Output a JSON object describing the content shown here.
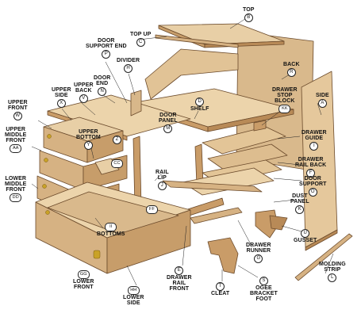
{
  "colors": {
    "wood_light": "#e8cfa6",
    "wood_mid": "#d6b283",
    "wood_dark": "#b88a57",
    "edge": "#6b4a2b",
    "label": "#111111",
    "hardware": "#c9a227"
  },
  "labels": [
    {
      "key": "top",
      "text": "TOP",
      "code": "B"
    },
    {
      "key": "top_up",
      "text": "TOP UP",
      "code": "C"
    },
    {
      "key": "door_support_end",
      "text": "DOOR\nSUPPORT END",
      "code": "P"
    },
    {
      "key": "divider",
      "text": "DIVIDER",
      "code": "H"
    },
    {
      "key": "back",
      "text": "BACK",
      "code": "R"
    },
    {
      "key": "drawer_stop_block",
      "text": "DRAWER\nSTOP\nBLOCK",
      "code": "KK"
    },
    {
      "key": "side",
      "text": "SIDE",
      "code": "A"
    },
    {
      "key": "upper_front",
      "text": "UPPER\nFRONT",
      "code": "W"
    },
    {
      "key": "upper_side",
      "text": "UPPER\nSIDE",
      "code": "X"
    },
    {
      "key": "upper_back",
      "text": "UPPER\nBACK",
      "code": "V"
    },
    {
      "key": "door_end",
      "text": "DOOR\nEND",
      "code": "N"
    },
    {
      "key": "shelf",
      "text": "SHELF",
      "code": "D"
    },
    {
      "key": "door_panel",
      "text": "DOOR\nPANEL",
      "code": "M"
    },
    {
      "key": "drawer_guide",
      "text": "DRAWER\nGUIDE",
      "code": "I"
    },
    {
      "key": "upper_middle_front",
      "text": "UPPER\nMIDDLE\nFRONT",
      "code": "AA"
    },
    {
      "key": "upper_bottom",
      "text": "UPPER\nBOTTOM",
      "code": "Y"
    },
    {
      "key": "z_part",
      "text": "",
      "code": "Z"
    },
    {
      "key": "cc_part",
      "text": "",
      "code": "CC"
    },
    {
      "key": "drawer_rail_back",
      "text": "DRAWER\nRAIL BACK",
      "code": "F"
    },
    {
      "key": "rail_lip",
      "text": "RAIL\nLIP",
      "code": "J"
    },
    {
      "key": "door_support",
      "text": "DOOR\nSUPPORT",
      "code": "O"
    },
    {
      "key": "lower_middle_front",
      "text": "LOWER\nMIDDLE\nFRONT",
      "code": "DD"
    },
    {
      "key": "dust_panel",
      "text": "DUST\nPANEL",
      "code": "K"
    },
    {
      "key": "ff_part",
      "text": "",
      "code": "FF"
    },
    {
      "key": "bottoms",
      "text": "BOTTOMS",
      "code": "II"
    },
    {
      "key": "gusset",
      "text": "GUSSET",
      "code": "U"
    },
    {
      "key": "drawer_runner",
      "text": "DRAWER\nRUNNER",
      "code": "G"
    },
    {
      "key": "molding_strip",
      "text": "MOLDING\nSTRIP",
      "code": "L"
    },
    {
      "key": "lower_front",
      "text": "LOWER\nFRONT",
      "code": "GG"
    },
    {
      "key": "drawer_rail_front",
      "text": "DRAWER\nRAIL\nFRONT",
      "code": "E"
    },
    {
      "key": "cleat",
      "text": "CLEAT",
      "code": "T"
    },
    {
      "key": "ogee_bracket_foot",
      "text": "OGEE\nBRACKET\nFOOT",
      "code": "S"
    },
    {
      "key": "lower_side",
      "text": "LOWER\nSIDE",
      "code": "HH"
    }
  ]
}
